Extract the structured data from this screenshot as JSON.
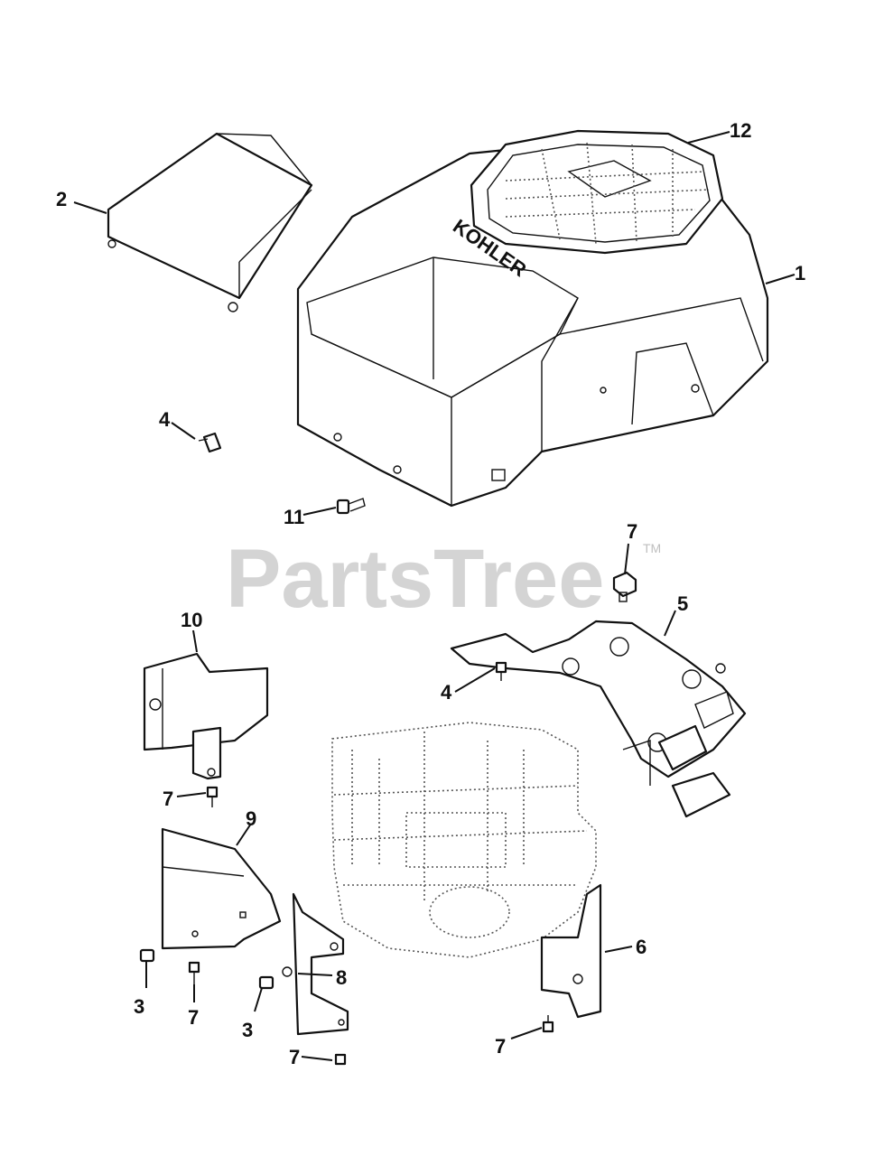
{
  "watermark": {
    "text": "PartsTree",
    "mark": "TM"
  },
  "brand_text": "KOHLER",
  "callouts": [
    "1",
    "2",
    "3",
    "3",
    "4",
    "4",
    "5",
    "6",
    "7",
    "7",
    "7",
    "7",
    "7",
    "8",
    "9",
    "10",
    "11",
    "12"
  ]
}
